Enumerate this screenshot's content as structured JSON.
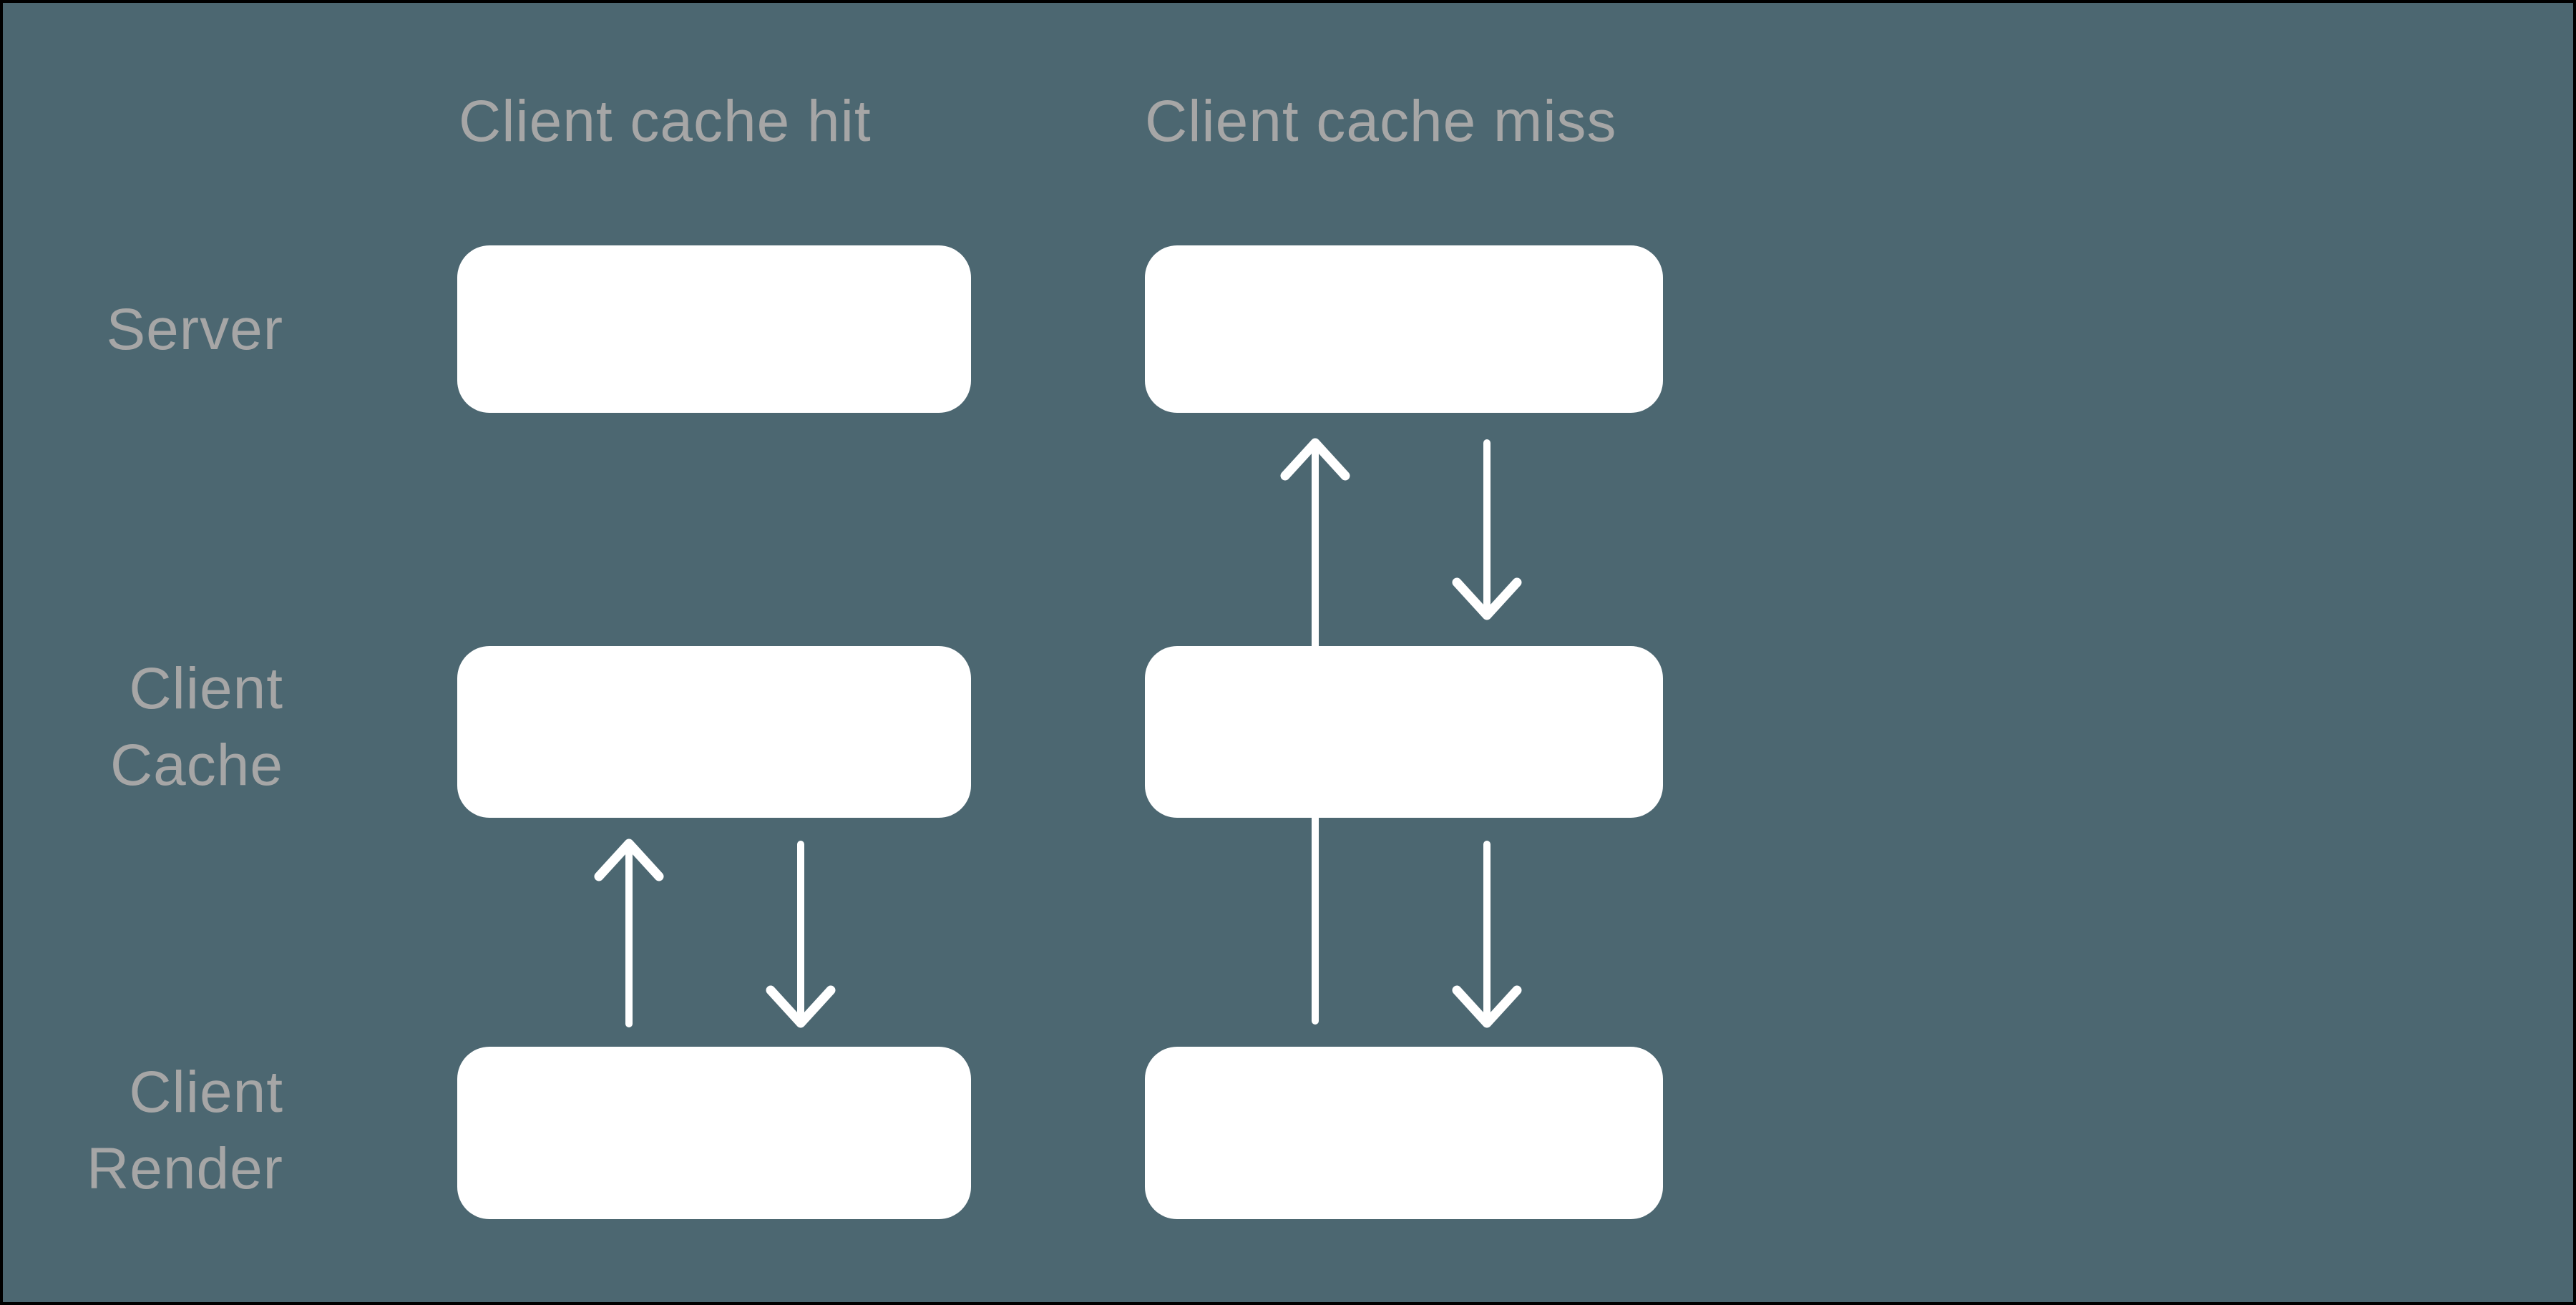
{
  "colors": {
    "background": "#4c6771",
    "canvas_border": "#000000",
    "box_fill": "#ffffff",
    "arrow": "#ffffff",
    "label_text": "#a6a6a6"
  },
  "columns": [
    {
      "id": "hit",
      "header": "Client cache hit"
    },
    {
      "id": "miss",
      "header": "Client cache miss"
    }
  ],
  "rows": [
    {
      "id": "server",
      "label_lines": [
        "Server"
      ]
    },
    {
      "id": "client-cache",
      "label_lines": [
        "Client",
        "Cache"
      ]
    },
    {
      "id": "client-render",
      "label_lines": [
        "Client",
        "Render"
      ]
    }
  ],
  "boxes": [
    {
      "column": "Client cache hit",
      "row": "Server"
    },
    {
      "column": "Client cache hit",
      "row": "Client Cache"
    },
    {
      "column": "Client cache hit",
      "row": "Client Render"
    },
    {
      "column": "Client cache miss",
      "row": "Server"
    },
    {
      "column": "Client cache miss",
      "row": "Client Cache"
    },
    {
      "column": "Client cache miss",
      "row": "Client Render"
    }
  ],
  "arrows": [
    {
      "name": "hit-render-to-cache",
      "column": "Client cache hit",
      "direction": "up",
      "from": "Client Render",
      "to": "Client Cache"
    },
    {
      "name": "hit-cache-to-render",
      "column": "Client cache hit",
      "direction": "down",
      "from": "Client Cache",
      "to": "Client Render"
    },
    {
      "name": "miss-render-to-server",
      "column": "Client cache miss",
      "direction": "up",
      "from": "Client Render",
      "to": "Server",
      "note": "passes behind Client Cache box"
    },
    {
      "name": "miss-server-to-cache",
      "column": "Client cache miss",
      "direction": "down",
      "from": "Server",
      "to": "Client Cache"
    },
    {
      "name": "miss-cache-to-render",
      "column": "Client cache miss",
      "direction": "down",
      "from": "Client Cache",
      "to": "Client Render"
    }
  ]
}
